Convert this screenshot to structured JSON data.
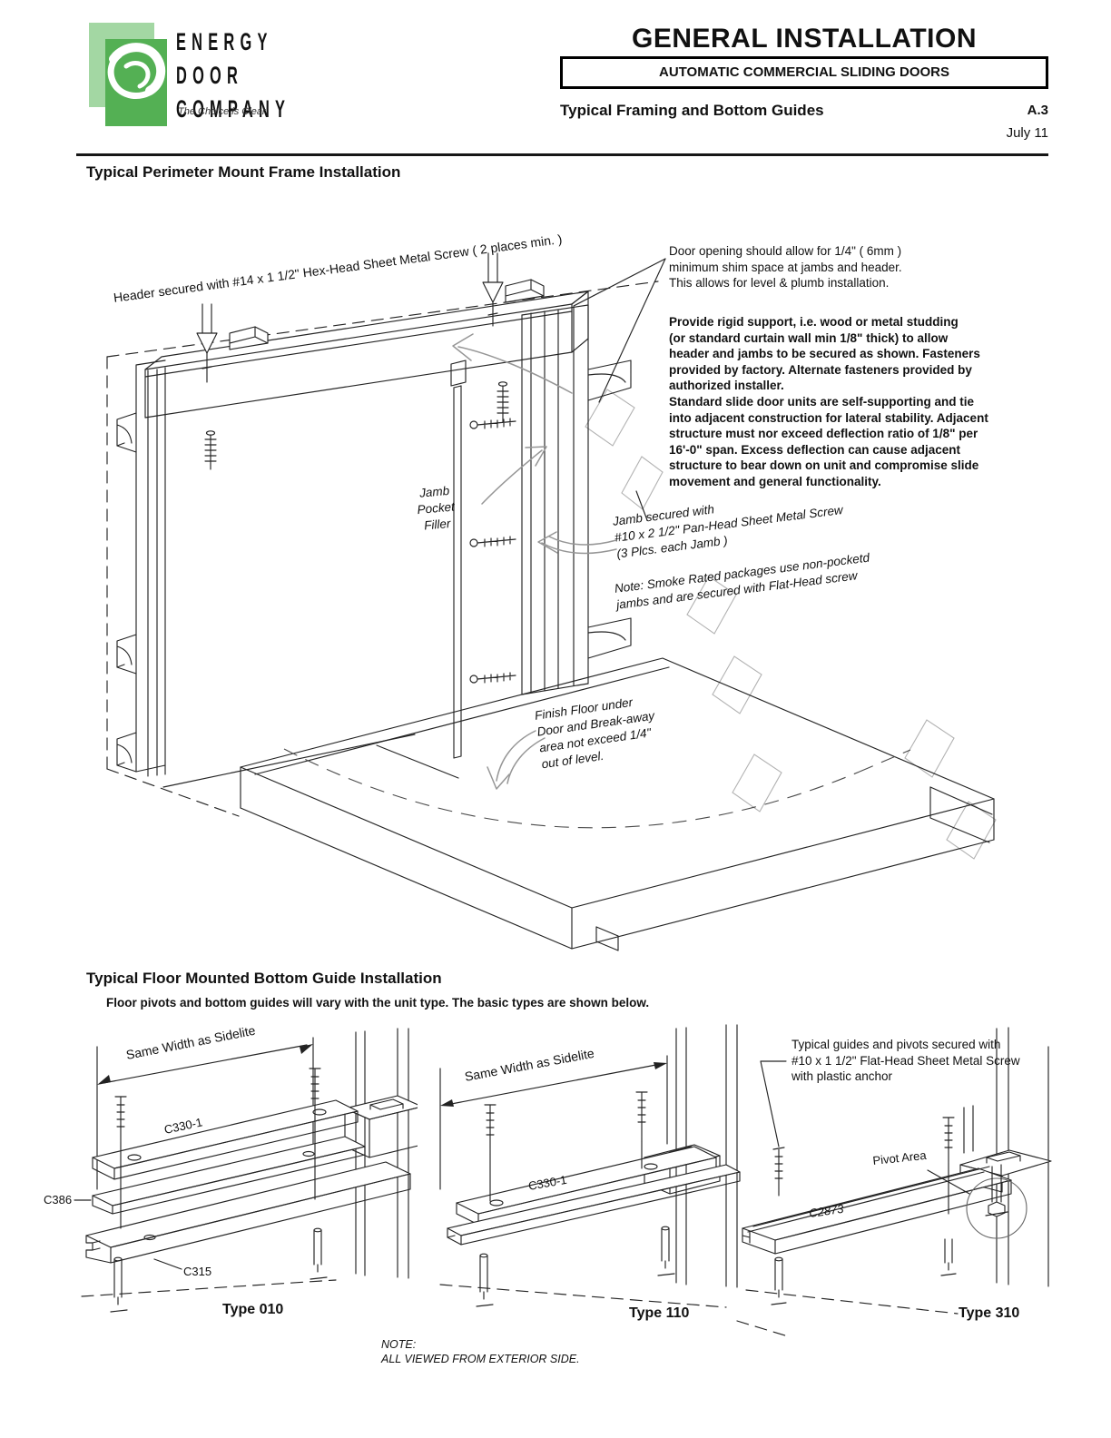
{
  "brand": {
    "name_lines": [
      "ENERGY",
      "DOOR",
      "COMPANY"
    ],
    "tagline": "The Choice is Clear",
    "logo_colors": {
      "front_green": "#54b054",
      "back_green": "#a3d7a3"
    }
  },
  "header": {
    "title": "GENERAL INSTALLATION",
    "box_label": "AUTOMATIC COMMERCIAL SLIDING DOORS",
    "doc_title": "Typical Framing and Bottom Guides",
    "doc_code": "A.3",
    "doc_date": "July 11"
  },
  "frame_section": {
    "heading": "Typical Perimeter Mount Frame Installation",
    "header_screw_note": "Header secured with #14 x 1 1/2\" Hex-Head Sheet Metal Screw ( 2 places min. )",
    "door_opening_note": [
      "Door opening should allow for 1/4\" ( 6mm )",
      "minimum shim space at jambs and header.",
      "This allows for level & plumb installation."
    ],
    "support_note": [
      "Provide rigid support, i.e. wood or metal studding",
      "(or standard curtain wall min 1/8\" thick)  to allow",
      "header and jambs to be secured as shown. Fasteners",
      "provided by factory. Alternate fasteners provided by",
      "authorized installer.",
      "Standard slide door units are self-supporting and tie",
      "into adjacent construction for lateral stability. Adjacent",
      "structure must nor exceed deflection ratio of 1/8\" per",
      "16'-0\" span. Excess deflection can cause adjacent",
      "structure to bear down on unit and compromise slide",
      "movement and general functionality."
    ],
    "jamb_pocket_filler": [
      "Jamb",
      "Pocket",
      "Filler"
    ],
    "jamb_secured_note": [
      "Jamb secured with",
      "#10 x 2 1/2\" Pan-Head Sheet Metal Screw",
      "(3 Plcs. each Jamb )"
    ],
    "smoke_note": [
      "Note: Smoke Rated packages use non-pocketd",
      "jambs and are secured with Flat-Head screw"
    ],
    "finish_floor_note": [
      "Finish Floor under",
      "Door and Break-away",
      "area not exceed 1/4\"",
      "out of level."
    ]
  },
  "guide_section": {
    "heading": "Typical Floor Mounted Bottom Guide Installation",
    "subheading": "Floor pivots and bottom guides will vary with the unit type. The basic types are shown below.",
    "type010": {
      "dimension_label": "Same Width as Sidelite",
      "part_c330": "C330-1",
      "part_c386": "C386",
      "part_c315": "C315",
      "caption": "Type 010"
    },
    "type110": {
      "dimension_label": "Same Width as Sidelite",
      "part_c330": "C330-1",
      "caption": "Type 110"
    },
    "type310": {
      "fastener_note": [
        "Typical guides and pivots secured with",
        "#10 x 1 1/2\" Flat-Head Sheet Metal Screw",
        "with plastic anchor"
      ],
      "pivot_label": "Pivot Area",
      "part_c2873": "C2873",
      "caption": "Type 310"
    },
    "view_note": [
      "NOTE:",
      "ALL VIEWED FROM EXTERIOR SIDE."
    ]
  }
}
